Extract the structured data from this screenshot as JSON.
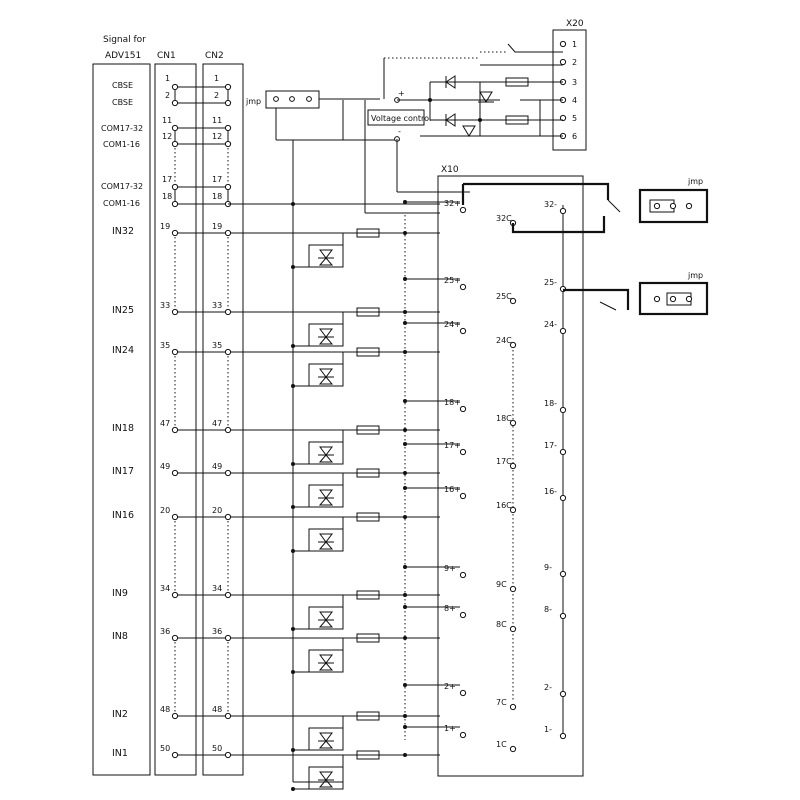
{
  "header": {
    "signal_line1": "Signal for",
    "signal_line2": "ADV151",
    "cn1": "CN1",
    "cn2": "CN2",
    "x20": "X20",
    "x10": "X10",
    "jmp": "jmp",
    "voltage_control": "Voltage control",
    "plus": "+",
    "minus": "-"
  },
  "top_rows": [
    {
      "label": "CBSE",
      "pin": "1"
    },
    {
      "label": "CBSE",
      "pin": "2"
    },
    {
      "label": "COM17-32",
      "pin": "11"
    },
    {
      "label": "COM1-16",
      "pin": "12"
    },
    {
      "label": "COM17-32",
      "pin": "17"
    },
    {
      "label": "COM1-16",
      "pin": "18"
    }
  ],
  "inputs": [
    {
      "label": "IN32",
      "pin": "19"
    },
    {
      "label": "IN25",
      "pin": "33"
    },
    {
      "label": "IN24",
      "pin": "35"
    },
    {
      "label": "IN18",
      "pin": "47"
    },
    {
      "label": "IN17",
      "pin": "49"
    },
    {
      "label": "IN16",
      "pin": "20"
    },
    {
      "label": "IN9",
      "pin": "34"
    },
    {
      "label": "IN8",
      "pin": "36"
    },
    {
      "label": "IN2",
      "pin": "48"
    },
    {
      "label": "IN1",
      "pin": "50"
    }
  ],
  "x20_pins": [
    "1",
    "2",
    "3",
    "4",
    "5",
    "6"
  ],
  "x10_plus": [
    "32+",
    "25+",
    "24+",
    "18+",
    "17+",
    "16+",
    "9+",
    "8+",
    "2+",
    "1+"
  ],
  "x10_c": [
    "32C",
    "25C",
    "24C",
    "18C",
    "17C",
    "16C",
    "9C",
    "8C",
    "7C",
    "1C"
  ],
  "x10_minus": [
    "32-",
    "25-",
    "24-",
    "18-",
    "17-",
    "16-",
    "9-",
    "8-",
    "2-",
    "1-"
  ]
}
